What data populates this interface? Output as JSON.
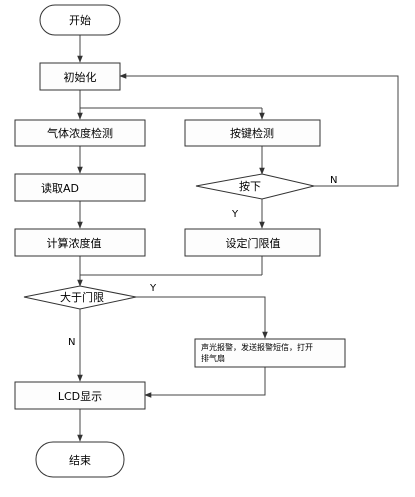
{
  "flowchart": {
    "start": "开始",
    "init": "初始化",
    "gas_detect": "气体浓度检测",
    "key_detect": "按键检测",
    "read_ad": "读取AD",
    "key_pressed": "按下",
    "calc": "计算浓度值",
    "set_threshold": "设定门限值",
    "over_threshold": "大于门限",
    "alarm_line1": "声光报警，发送报警短信，打开",
    "alarm_line2": "排气扇",
    "lcd": "LCD显示",
    "end": "结束",
    "branch_n_key": "N",
    "branch_y_key": "Y",
    "branch_y_threshold": "Y",
    "branch_n_threshold": "N"
  }
}
